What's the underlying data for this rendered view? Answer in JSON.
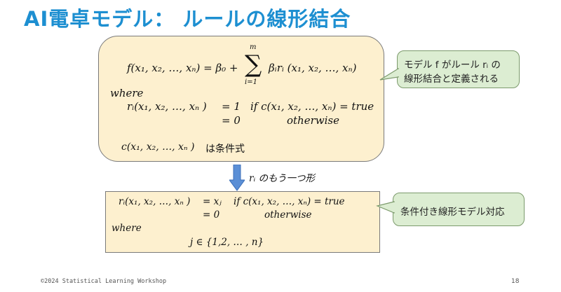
{
  "title": "AI電卓モデル： ルールの線形結合",
  "box1": {
    "line1_lhs": "f(x₁, x₂, …, xₙ) = β₀ +",
    "sum_top": "m",
    "sum_symbol": "∑",
    "sum_bottom": "i=1",
    "line1_rhs": "βᵢrᵢ (x₁, x₂, …, xₙ)",
    "where": "where",
    "rule_lhs": "rᵢ(x₁, x₂, …, xₙ )",
    "rule_eq1": "= 1",
    "rule_cond1": "if c(x₁, x₂, …, xₙ) = true",
    "rule_eq2": "= 0",
    "rule_cond2": "otherwise",
    "cond_math": "c(x₁, x₂, …, xₙ )",
    "cond_text": "は条件式"
  },
  "callout1": {
    "line1": "モデル f がルール rᵢ の",
    "line2": "線形結合と定義される"
  },
  "arrow_label": "rᵢ のもう一つ形",
  "box2": {
    "rule_lhs": "rᵢ(x₁, x₂, …, xₙ )",
    "rule_eq1": "= xⱼ",
    "rule_cond1": "if c(x₁, x₂, …, xₙ) = true",
    "rule_eq2": "= 0",
    "rule_cond2": "otherwise",
    "where": "where",
    "domain": "j ∈ {1,2, … , n}"
  },
  "callout2": {
    "line1": "条件付き線形モデル対応"
  },
  "footer": "©2024 Statistical Learning Workshop",
  "page_number": "18",
  "colors": {
    "title": "#1d8fd1",
    "box_fill": "#fdf0cf",
    "callout_fill": "#dcedd2",
    "arrow": "#5b8fd6"
  }
}
